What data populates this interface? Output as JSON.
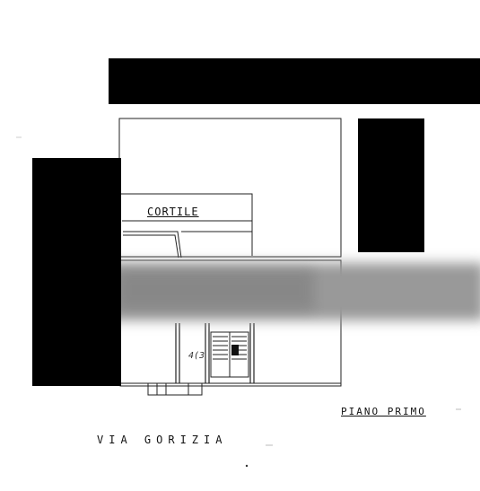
{
  "plan": {
    "courtyard_label": "CORTILE",
    "floor_label": "PIANO PRIMO",
    "street_label": "VIA GORIZIA",
    "apartment_number": "4(3"
  },
  "colors": {
    "ink": "#111111",
    "redaction": "#000000",
    "background": "#ffffff"
  }
}
